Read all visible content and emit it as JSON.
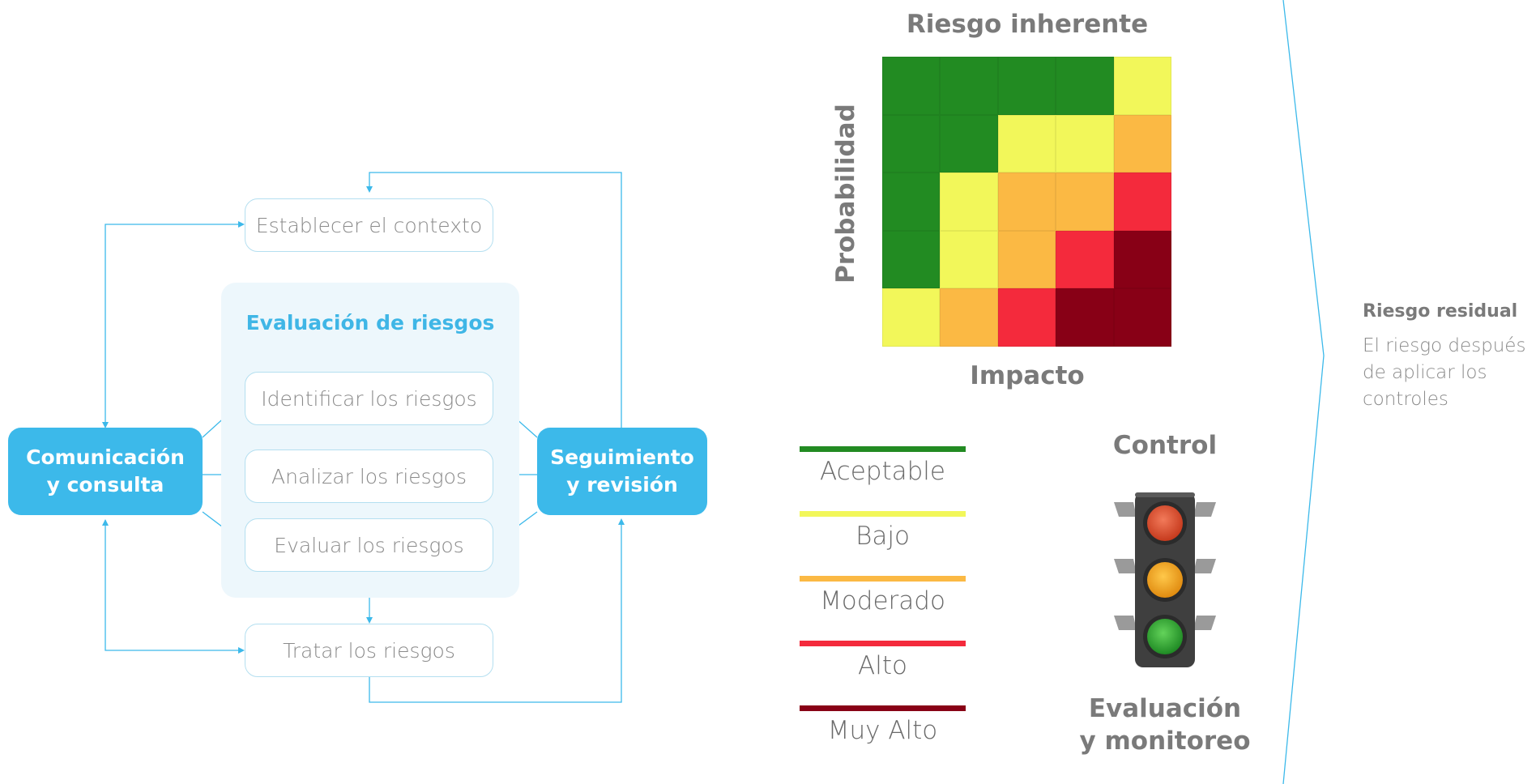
{
  "process": {
    "steps": {
      "context": "Establecer el contexto",
      "identify": "Identificar los riesgos",
      "analyze": "Analizar los riesgos",
      "evaluate": "Evaluar los riesgos",
      "treat": "Tratar los riesgos"
    },
    "assessment_title": "Evaluación de riesgos",
    "communication": [
      "Comunicación",
      "y consulta"
    ],
    "monitoring": [
      "Seguimiento",
      "y revisión"
    ]
  },
  "heatmap": {
    "title": "Riesgo inherente",
    "ylabel": "Probabilidad",
    "xlabel": "Impacto",
    "grid": [
      [
        "Aceptable",
        "Aceptable",
        "Aceptable",
        "Aceptable",
        "Bajo"
      ],
      [
        "Aceptable",
        "Aceptable",
        "Bajo",
        "Bajo",
        "Moderado"
      ],
      [
        "Aceptable",
        "Bajo",
        "Moderado",
        "Moderado",
        "Alto"
      ],
      [
        "Aceptable",
        "Bajo",
        "Moderado",
        "Alto",
        "Muy Alto"
      ],
      [
        "Bajo",
        "Moderado",
        "Alto",
        "Muy Alto",
        "Muy Alto"
      ]
    ]
  },
  "legend": [
    {
      "label": "Aceptable",
      "color": "#228b22"
    },
    {
      "label": "Bajo",
      "color": "#f2f75a"
    },
    {
      "label": "Moderado",
      "color": "#fbb944"
    },
    {
      "label": "Alto",
      "color": "#f42a3c"
    },
    {
      "label": "Muy Alto",
      "color": "#880016"
    }
  ],
  "control": {
    "title": "Control",
    "caption": [
      "Evaluación",
      "y monitoreo"
    ],
    "icon": "traffic-light-icon"
  },
  "residual": {
    "title": "Riesgo residual",
    "lines": [
      "El riesgo después",
      "de aplicar los",
      "controles"
    ]
  },
  "colors": {
    "accent": "#3cb9ea",
    "connector": "#3cb9ea",
    "box_border": "#b4dff0",
    "panel_bg": "#edf7fc"
  }
}
